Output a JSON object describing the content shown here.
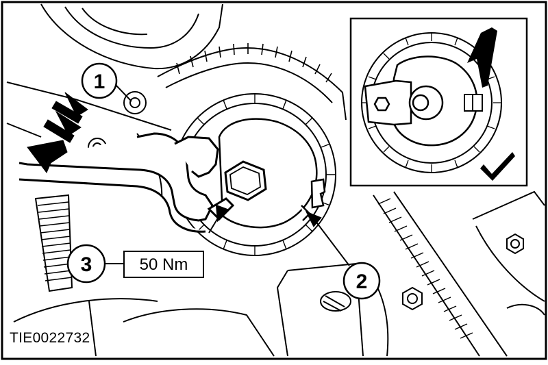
{
  "callouts": {
    "c1": "1",
    "c2": "2",
    "c3": "3"
  },
  "torque_label": "50 Nm",
  "reference_code": "TIE0022732",
  "inset": {
    "check_mark_icon": "check-mark-icon"
  },
  "colors": {
    "line": "#000000",
    "background": "#ffffff"
  }
}
